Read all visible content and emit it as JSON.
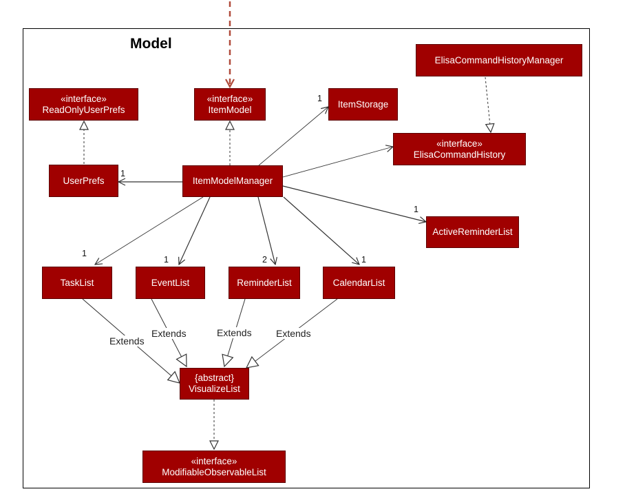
{
  "title": "Model",
  "colors": {
    "box_fill": "#a00000",
    "box_text": "#ffffff",
    "external_dependency_arrow": "#b04a3a"
  },
  "boxes": {
    "read_only_user_prefs": {
      "stereotype": "«interface»",
      "name": "ReadOnlyUserPrefs"
    },
    "item_model": {
      "stereotype": "«interface»",
      "name": "ItemModel"
    },
    "item_storage": {
      "name": "ItemStorage"
    },
    "elisa_cmd_hist_mgr": {
      "name": "ElisaCommandHistoryManager"
    },
    "elisa_cmd_hist": {
      "stereotype": "«interface»",
      "name": "ElisaCommandHistory"
    },
    "user_prefs": {
      "name": "UserPrefs"
    },
    "item_model_manager": {
      "name": "ItemModelManager"
    },
    "active_reminder_list": {
      "name": "ActiveReminderList"
    },
    "task_list": {
      "name": "TaskList"
    },
    "event_list": {
      "name": "EventList"
    },
    "reminder_list": {
      "name": "ReminderList"
    },
    "calendar_list": {
      "name": "CalendarList"
    },
    "visualize_list": {
      "stereotype": "{abstract}",
      "name": "VisualizeList"
    },
    "modifiable_observable_list": {
      "stereotype": "«interface»",
      "name": "ModifiableObservableList"
    }
  },
  "multiplicities": {
    "item_storage": "1",
    "user_prefs": "1",
    "active_reminder_list": "1",
    "task_list": "1",
    "event_list": "1",
    "reminder_list": "2",
    "calendar_list": "1"
  },
  "edge_labels": {
    "task_extends": "Extends",
    "event_extends": "Extends",
    "reminder_extends": "Extends",
    "calendar_extends": "Extends"
  }
}
